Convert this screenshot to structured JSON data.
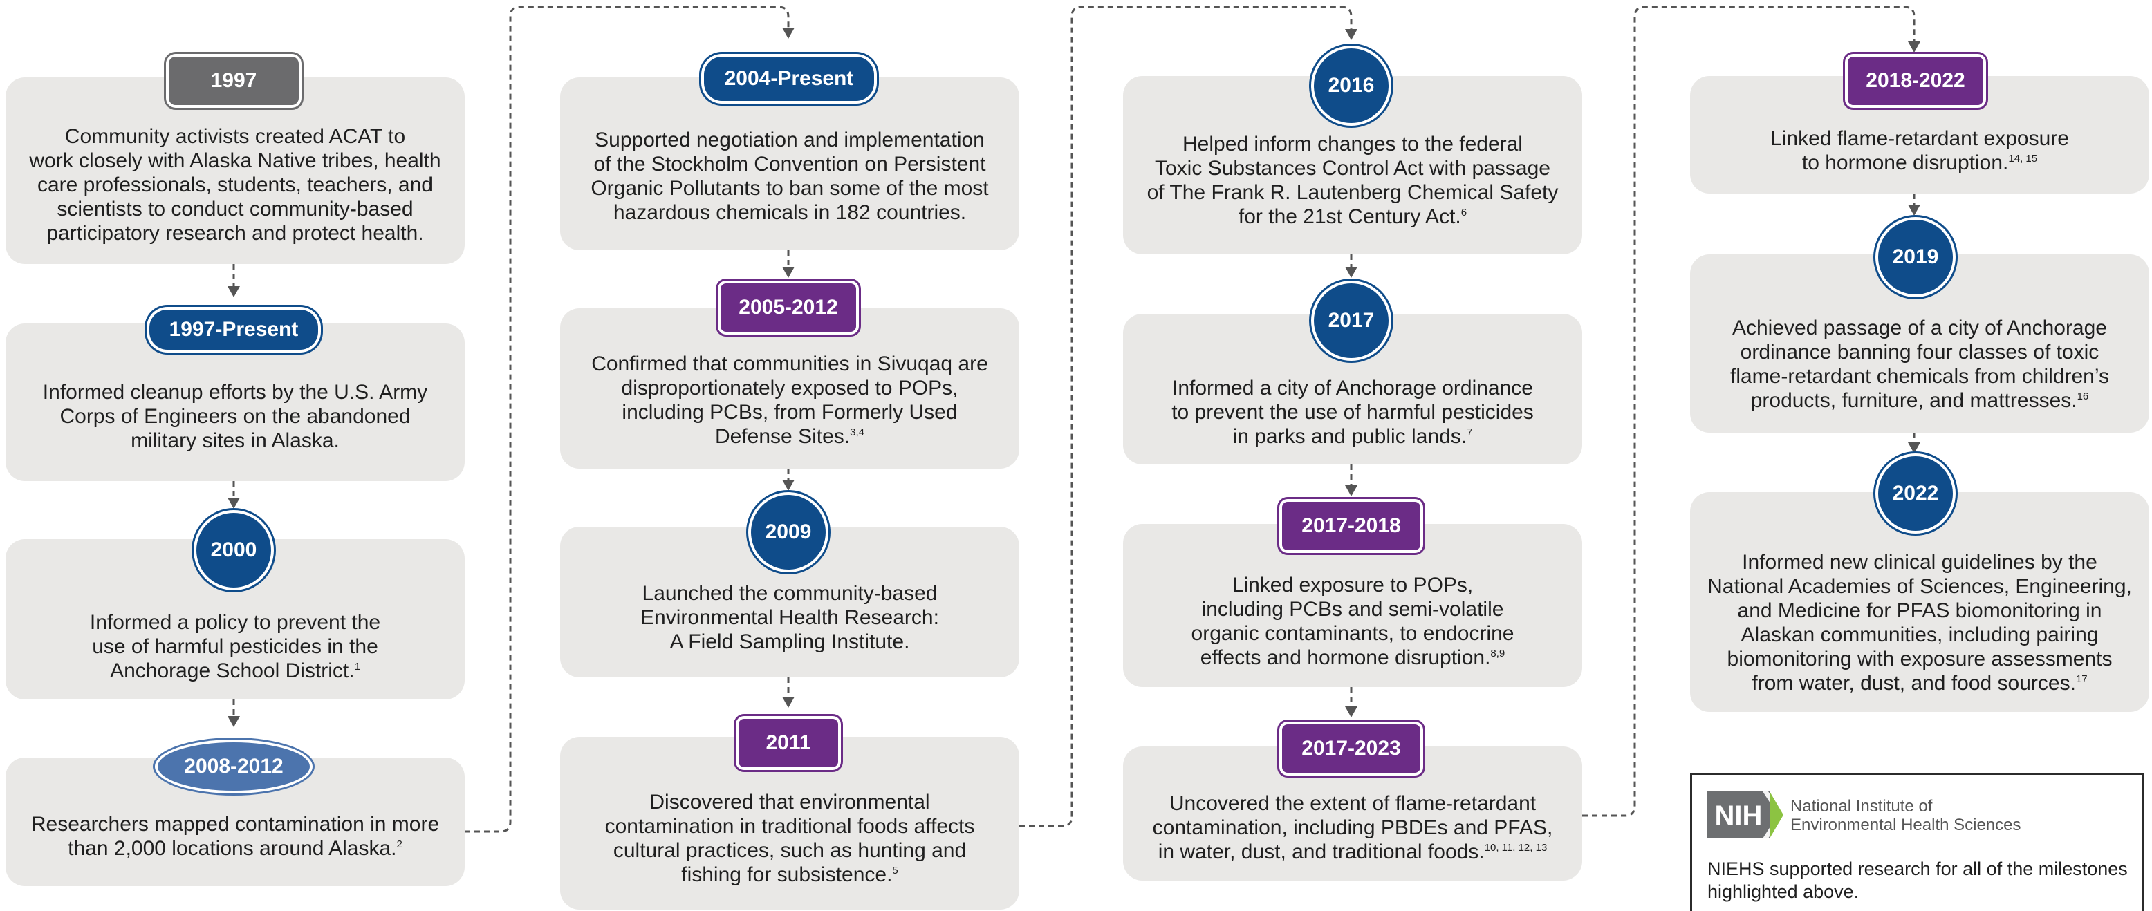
{
  "milestones": [
    {
      "label": "1997",
      "text": "Community activists created ACAT to\nwork closely with Alaska Native tribes, health\ncare professionals, students, teachers, and\nscientists to conduct community-based\nparticipatory research and protect health.",
      "sup": ""
    },
    {
      "label": "1997-Present",
      "text": "Informed cleanup efforts by the U.S. Army\nCorps of Engineers on the abandoned\nmilitary sites in Alaska.",
      "sup": ""
    },
    {
      "label": "2000",
      "text": "Informed a policy to prevent the\nuse of harmful pesticides in the\nAnchorage School District.",
      "sup": "1"
    },
    {
      "label": "2008-2012",
      "text": "Researchers mapped contamination in more\nthan 2,000 locations around Alaska.",
      "sup": "2"
    },
    {
      "label": "2004-Present",
      "text": "Supported negotiation and implementation\nof the Stockholm Convention on Persistent\nOrganic Pollutants to ban some of the most\nhazardous chemicals in 182 countries.",
      "sup": ""
    },
    {
      "label": "2005-2012",
      "text": "Confirmed that communities in Sivuqaq are\ndisproportionately exposed to POPs,\nincluding PCBs, from Formerly Used\nDefense Sites.",
      "sup": "3,4"
    },
    {
      "label": "2009",
      "text": "Launched the community-based\nEnvironmental Health Research:\nA Field Sampling Institute.",
      "sup": ""
    },
    {
      "label": "2011",
      "text": "Discovered that environmental\ncontamination in traditional foods affects\ncultural practices, such as hunting and\nfishing for subsistence.",
      "sup": "5"
    },
    {
      "label": "2016",
      "text": "Helped inform changes to the federal\nToxic Substances Control Act with passage\nof The Frank R. Lautenberg Chemical Safety\nfor the 21st Century Act.",
      "sup": "6"
    },
    {
      "label": "2017",
      "text": "Informed a city of Anchorage ordinance\nto prevent the use of harmful pesticides\nin parks and public lands.",
      "sup": "7"
    },
    {
      "label": "2017-2018",
      "text": "Linked exposure to POPs,\nincluding PCBs and semi-volatile\norganic contaminants, to endocrine\neffects and hormone disruption.",
      "sup": "8,9"
    },
    {
      "label": "2017-2023",
      "text": "Uncovered the extent of flame-retardant\ncontamination, including PBDEs and PFAS,\nin water, dust, and traditional foods.",
      "sup": "10, 11, 12, 13"
    },
    {
      "label": "2018-2022",
      "text": "Linked flame-retardant exposure\nto hormone disruption.",
      "sup": "14, 15"
    },
    {
      "label": "2019",
      "text": "Achieved passage of a city of Anchorage\nordinance banning four classes of toxic\nflame-retardant chemicals from children’s\nproducts, furniture, and mattresses.",
      "sup": "16"
    },
    {
      "label": "2022",
      "text": "Informed new clinical guidelines by the\nNational Academies of Sciences, Engineering,\nand Medicine for PFAS biomonitoring in\nAlaskan communities, including pairing\nbiomonitoring with exposure assessments\nfrom water, dust, and food sources.",
      "sup": "17"
    }
  ],
  "footer": {
    "logo_text": "NIH",
    "institute": "National Institute of\nEnvironmental Health Sciences",
    "note": "NIEHS supported research for all of the milestones highlighted above."
  },
  "colors": {
    "gray_badge": "#6b6b6d",
    "navy_badge": "#0f4c8a",
    "purple_badge": "#6b2c86",
    "light_blue_badge": "#4c74ad",
    "card": "#e9e8e6",
    "connector": "#555555"
  }
}
